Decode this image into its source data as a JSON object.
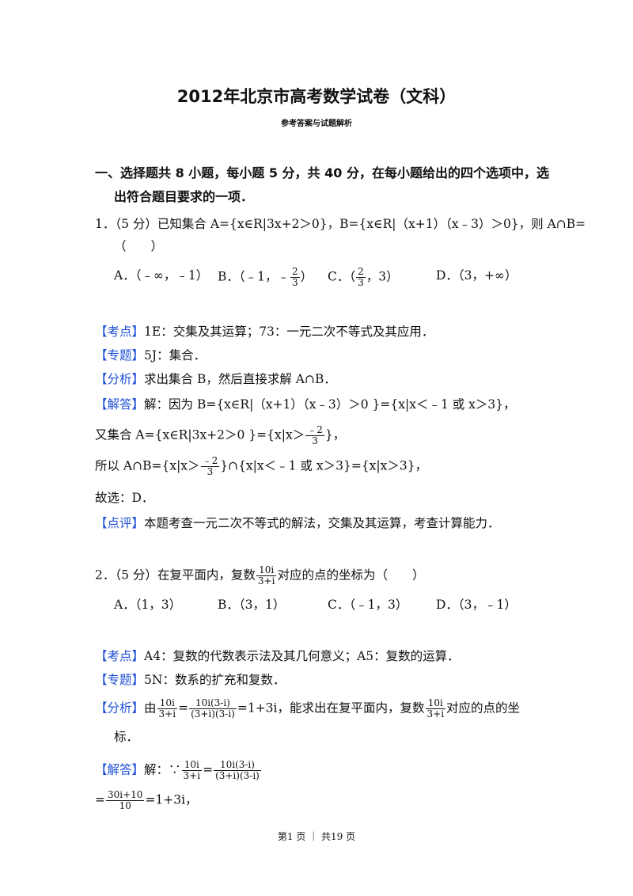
{
  "document": {
    "title": "2012年北京市高考数学试卷（文科）",
    "subtitle": "参考答案与试题解析"
  },
  "section1": {
    "line1": "一、选择题共 8 小题，每小题 5 分，共 40 分，在每小题给出的四个选项中，选",
    "line2": "出符合题目要求的一项．"
  },
  "tags": {
    "kaodian": "【考点】",
    "zhuanti": "【专题】",
    "fenxi": "【分析】",
    "jieda": "【解答】",
    "dianping": "【点评】"
  },
  "q1": {
    "stem": "1．（5 分）已知集合 A={x∈R|3x+2＞0}，B={x∈R|（x+1）（x﹣3）＞0}，则 A∩B=",
    "stem2": "（　　）",
    "frac_num": "2",
    "frac_den": "3",
    "optA": "A．（﹣∞，﹣1）",
    "optB_pre": "B．（﹣1，﹣",
    "optB_post": "）",
    "optC_pre": "C．（",
    "optC_post": "，3）",
    "optD": "D．（3，+∞）",
    "kaodian": "1E：交集及其运算；73：一元二次不等式及其应用．",
    "zhuanti": "5J：集合．",
    "fenxi": "求出集合 B，然后直接求解 A∩B．",
    "jieda": "解：因为 B={x∈R|（x+1）（x﹣3）＞0 }={x|x＜﹣1 或 x＞3}，",
    "line2_pre": "又集合 A={x∈R|3x+2＞0 }={x|x＞",
    "line2_post": "}，",
    "line3_pre": "所以 A∩B={x|x＞",
    "line3_post": "}∩{x|x＜﹣1 或 x＞3}={x|x＞3}，",
    "answer": "故选：D．",
    "dianping": "本题考查一元二次不等式的解法，交集及其运算，考查计算能力．"
  },
  "q2": {
    "stem_pre": "2．（5 分）在复平面内，复数",
    "stem_post": "对应的点的坐标为（　　）",
    "f1_num": "10i",
    "f1_den": "3+i",
    "f2_num": "10i(3-i)",
    "f2_den": "(3+i)(3-i)",
    "f3_num": "30i+10",
    "f3_den": "10",
    "optA": "A．（1，3）",
    "optB": "B．（3，1）",
    "optC": "C．（﹣1，3）",
    "optD": "D．（3，﹣1）",
    "kaodian": "A4：复数的代数表示法及其几何意义；A5：复数的运算．",
    "zhuanti": "5N：数系的扩充和复数．",
    "fenxi_pre": "由",
    "eq": "=",
    "fenxi_mid": "=1+3i，能求出在复平面内，复数",
    "fenxi_post": "对应的点的坐",
    "fenxi_line2": "标．",
    "jieda_pre": "解：∵",
    "jieda_line2_pre": "=",
    "jieda_line2_post": "=1+3i，"
  },
  "footer": "第1 页 ｜ 共19 页"
}
